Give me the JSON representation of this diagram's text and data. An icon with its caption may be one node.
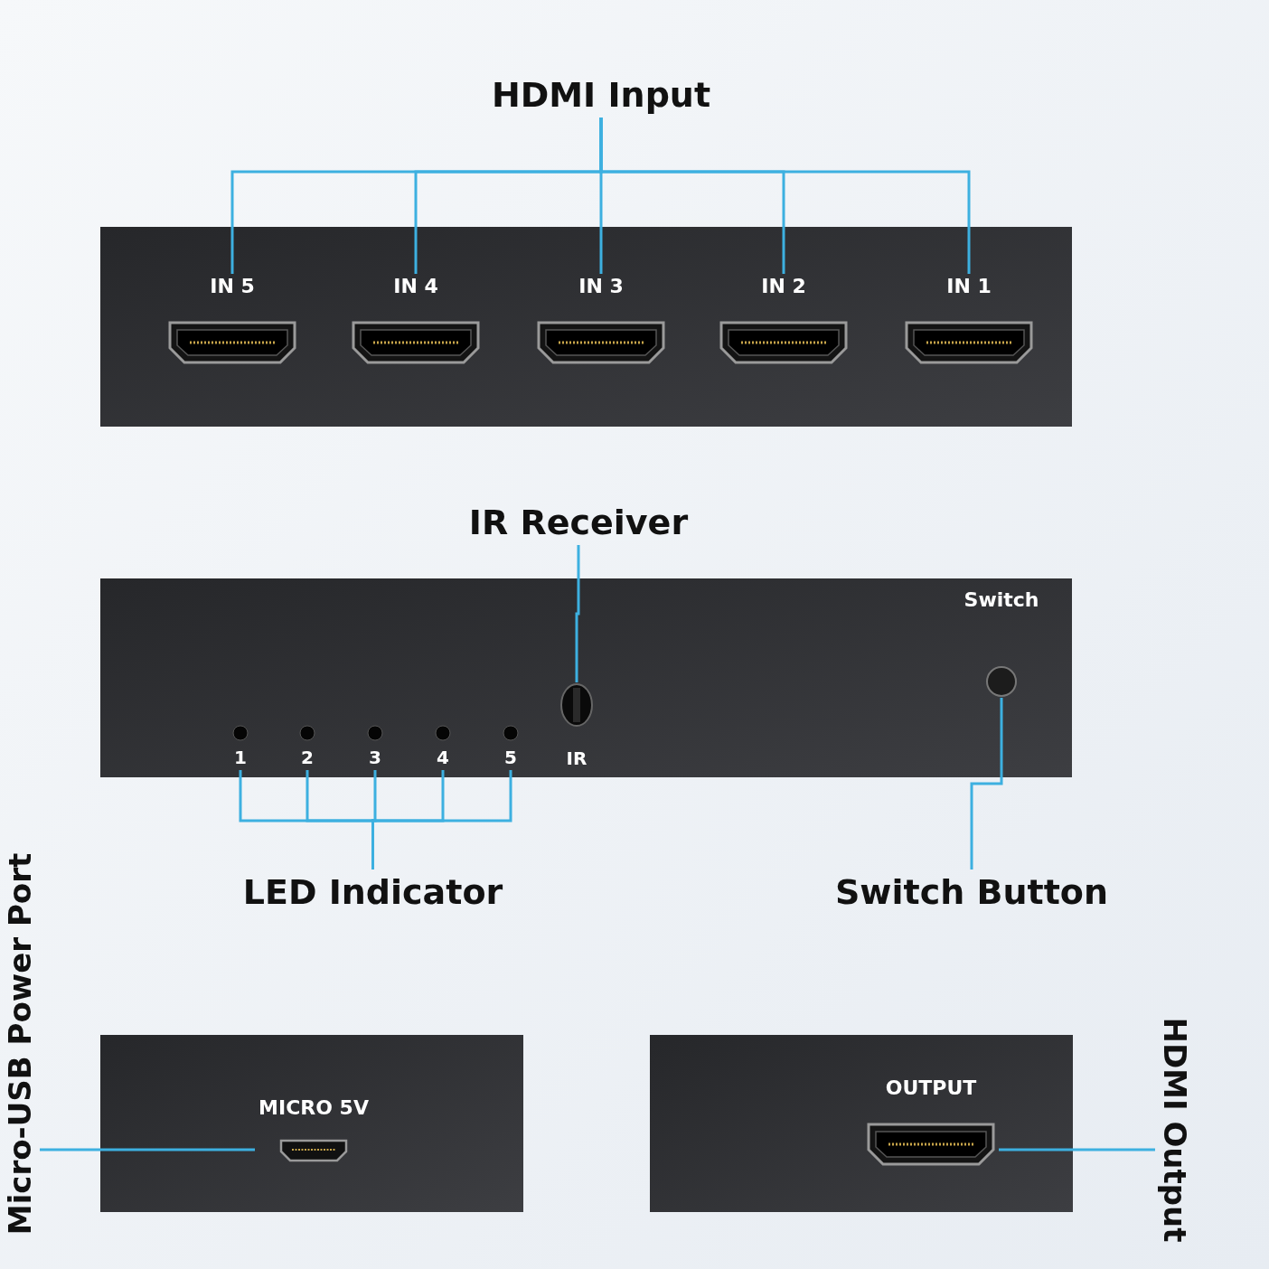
{
  "diagram": {
    "nodes": [
      {
        "text": [
          "HDMI Input"
        ]
      },
      {
        "text": [
          "IN 5"
        ]
      },
      {
        "text": [
          "IN 4"
        ]
      },
      {
        "text": [
          "IN 3"
        ]
      },
      {
        "text": [
          "IN 2"
        ]
      },
      {
        "text": [
          "IN 1"
        ]
      },
      {
        "text": [
          "IR Receiver"
        ]
      },
      {
        "text": [
          "IR"
        ]
      },
      {
        "text": [
          "Switch"
        ]
      },
      {
        "text": [
          "1"
        ]
      },
      {
        "text": [
          "2"
        ]
      },
      {
        "text": [
          "3"
        ]
      },
      {
        "text": [
          "4"
        ]
      },
      {
        "text": [
          "5"
        ]
      },
      {
        "text": [
          "LED Indicator"
        ]
      },
      {
        "text": [
          "Switch Button"
        ]
      },
      {
        "text": [
          "Micro-USB Power Port"
        ]
      },
      {
        "text": [
          "MICRO 5V"
        ]
      },
      {
        "text": [
          "OUTPUT"
        ]
      },
      {
        "text": [
          "HDMI Output"
        ]
      }
    ],
    "edges": [
      {
        "from": 0,
        "to": 1,
        "arrow": "none"
      },
      {
        "from": 0,
        "to": 2,
        "arrow": "none"
      },
      {
        "from": 0,
        "to": 3,
        "arrow": "none"
      },
      {
        "from": 0,
        "to": 4,
        "arrow": "none"
      },
      {
        "from": 0,
        "to": 5,
        "arrow": "none"
      },
      {
        "from": 6,
        "to": 7,
        "arrow": "none"
      },
      {
        "from": 14,
        "to": 9,
        "arrow": "none"
      },
      {
        "from": 14,
        "to": 10,
        "arrow": "none"
      },
      {
        "from": 14,
        "to": 11,
        "arrow": "none"
      },
      {
        "from": 14,
        "to": 12,
        "arrow": "none"
      },
      {
        "from": 14,
        "to": 13,
        "arrow": "none"
      },
      {
        "from": 15,
        "to": 8,
        "arrow": "none"
      },
      {
        "from": 16,
        "to": 17,
        "arrow": "none"
      },
      {
        "from": 19,
        "to": 18,
        "arrow": "none"
      }
    ]
  }
}
